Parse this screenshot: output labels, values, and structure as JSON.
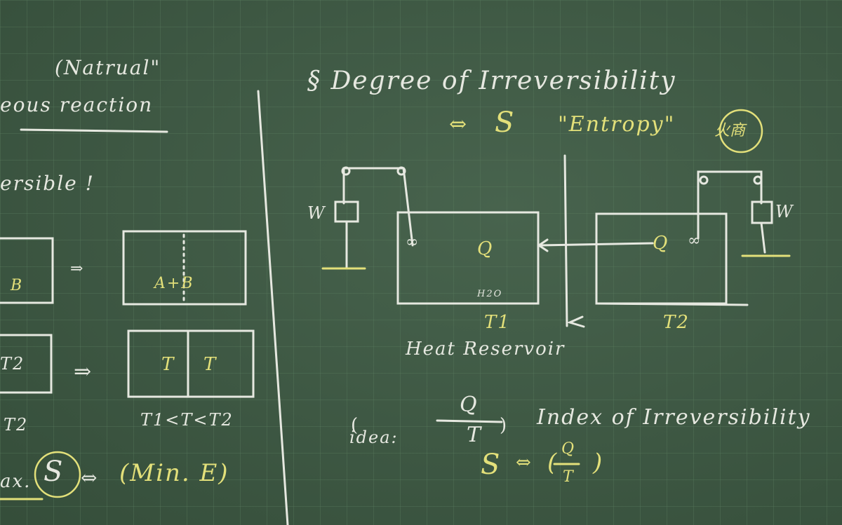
{
  "left_panel": {
    "natural": "(Natrual\"",
    "reaction": "eous reaction",
    "irreversible": "ersible !",
    "box1_left": "B",
    "box1_right": "A+B",
    "box2_left": "T2",
    "box2_right_a": "T",
    "box2_right_b": "T",
    "label_left": "T2",
    "label_right": "T1<T<T2",
    "max_s": "ax.",
    "s_symbol": "S",
    "arrow": "⇔",
    "min_e": "(Min. E)"
  },
  "right_panel": {
    "title": "§ Degree of Irreversibility",
    "entropy_arrow": "⇔",
    "entropy_s": "S",
    "entropy_label": "\"Entropy\"",
    "entropy_kanji": "火商",
    "weight_left": "W",
    "weight_right": "W",
    "heat_left": "Q",
    "heat_right": "Q",
    "water": "H2O",
    "t1": "T1",
    "t2": "T2",
    "reservoir": "Heat Reservoir",
    "idea": "idea:",
    "fraction_num": "Q",
    "fraction_den": "T",
    "index": "Index of Irreversibility",
    "s_eq": "S",
    "s_eq_arrow": "⇔",
    "s_eq_num": "Q",
    "s_eq_den": "T"
  },
  "colors": {
    "board": "#3e5b44",
    "chalk_white": "#e6e8e0",
    "chalk_yellow": "#e3e07a"
  }
}
